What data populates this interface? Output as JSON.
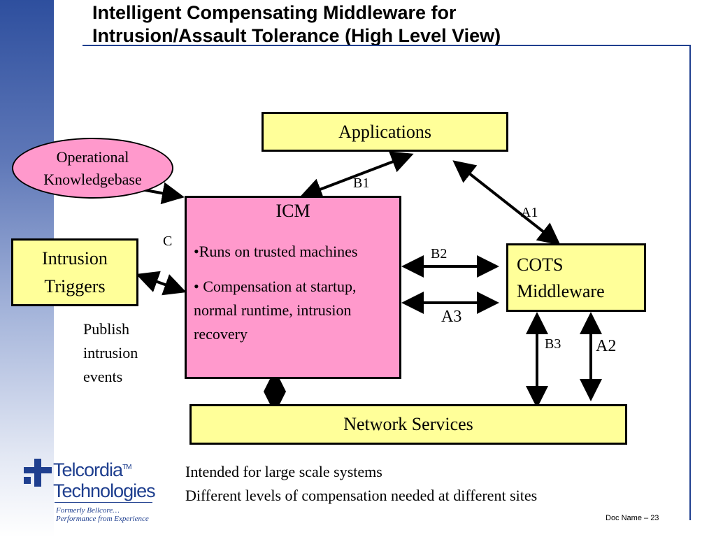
{
  "slide": {
    "title_line1": "Intelligent Compensating Middleware for",
    "title_line2": "Intrusion/Assault Tolerance (High Level View)",
    "footer": "Doc Name – 23"
  },
  "diagram": {
    "applications": "Applications",
    "operational_kb": {
      "line1": "Operational",
      "line2": "Knowledgebase"
    },
    "icm": {
      "title": "ICM",
      "bullet1": "•Runs on trusted machines",
      "bullet2": "• Compensation at startup, normal runtime, intrusion recovery"
    },
    "intrusion_triggers": {
      "line1": "Intrusion",
      "line2": "Triggers"
    },
    "cots_middleware": {
      "line1": "COTS",
      "line2": "Middleware"
    },
    "network_services": "Network Services",
    "labels": {
      "b1": "B1",
      "a1": "A1",
      "b2": "B2",
      "a3": "A3",
      "b3": "B3",
      "a2": "A2",
      "c": "C"
    },
    "publish": {
      "line1": "Publish",
      "line2": "intrusion",
      "line3": "events"
    }
  },
  "notes": {
    "line1": "Intended for large scale systems",
    "line2": "Different levels of compensation needed at different sites"
  },
  "logo": {
    "line1": "Telcordia",
    "tm": "TM",
    "line2": "Technologies",
    "tagline1": "Formerly Bellcore…",
    "tagline2": "Performance from Experience"
  }
}
